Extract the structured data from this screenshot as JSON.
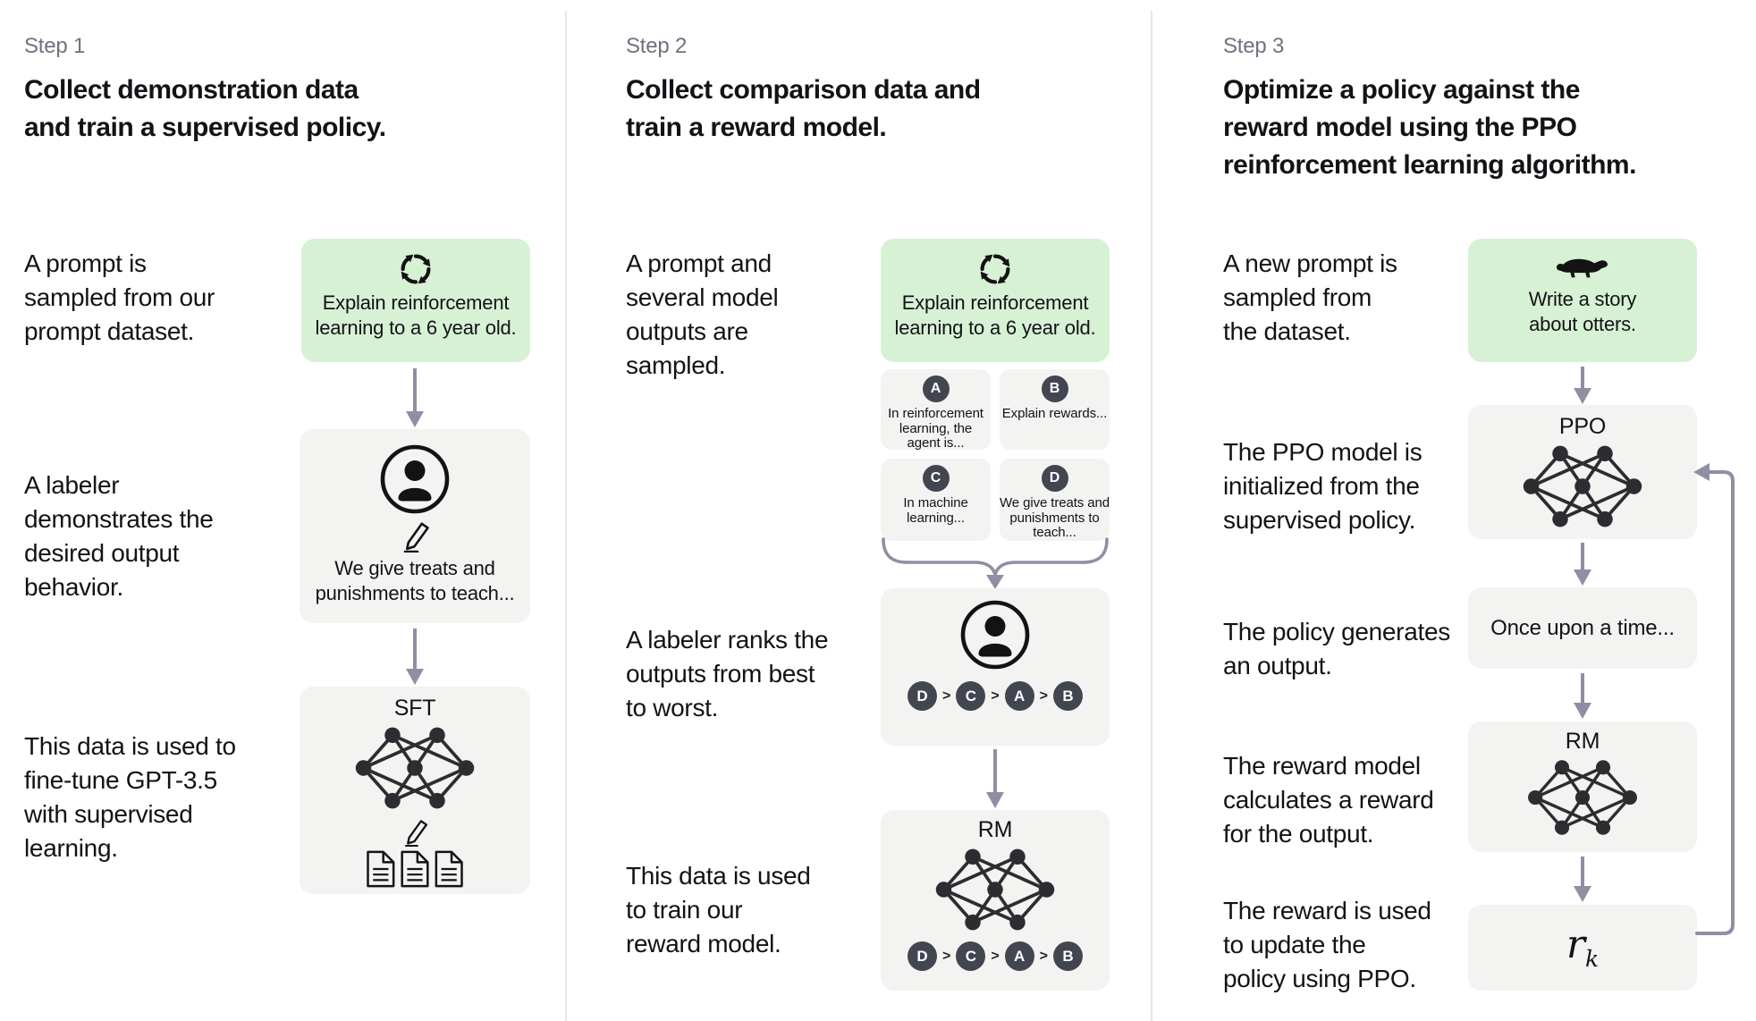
{
  "colors": {
    "prompt_green": "#d7f1d5",
    "box_gray": "#f3f3f1",
    "arrow": "#8f8fa3",
    "badge": "#424650",
    "divider": "#e7e7e7",
    "step_label": "#71717f",
    "text": "#121316"
  },
  "columns": [
    {
      "step": "Step 1",
      "title": [
        "Collect demonstration data",
        "and train a supervised policy."
      ],
      "caption_prompt": [
        "A prompt is",
        "sampled from our",
        "prompt dataset."
      ],
      "prompt_box": [
        "Explain reinforcement",
        "learning to a 6 year old."
      ],
      "caption_labeler": [
        "A labeler",
        "demonstrates the",
        "desired output",
        "behavior."
      ],
      "labeler_box": [
        "We give treats and",
        "punishments to teach..."
      ],
      "caption_sft": [
        "This data is used to",
        "fine-tune GPT-3.5",
        "with supervised",
        "learning."
      ],
      "sft_label": "SFT"
    },
    {
      "step": "Step 2",
      "title": [
        "Collect comparison data and",
        "train a reward model."
      ],
      "caption_prompt": [
        "A prompt and",
        "several model",
        "outputs are",
        "sampled."
      ],
      "prompt_box": [
        "Explain reinforcement",
        "learning to a 6 year old."
      ],
      "options": [
        {
          "letter": "A",
          "text": [
            "In reinforcement",
            "learning, the",
            "agent is..."
          ]
        },
        {
          "letter": "B",
          "text": [
            "Explain rewards..."
          ]
        },
        {
          "letter": "C",
          "text": [
            "In machine",
            "learning..."
          ]
        },
        {
          "letter": "D",
          "text": [
            "We give treats and",
            "punishments to",
            "teach..."
          ]
        }
      ],
      "caption_rank": [
        "A labeler ranks the",
        "outputs from best",
        "to worst."
      ],
      "ranking": [
        "D",
        "C",
        "A",
        "B"
      ],
      "rank_sep": ">",
      "caption_rm": [
        "This data is used",
        "to train our",
        "reward model."
      ],
      "rm_label": "RM"
    },
    {
      "step": "Step 3",
      "title": [
        "Optimize a policy against the",
        "reward model using the PPO",
        "reinforcement learning algorithm."
      ],
      "caption_prompt": [
        "A new prompt is",
        "sampled from",
        "the dataset."
      ],
      "prompt_box": [
        "Write a story",
        "about otters."
      ],
      "caption_ppo": [
        "The PPO model is",
        "initialized from the",
        "supervised policy."
      ],
      "ppo_label": "PPO",
      "caption_output": [
        "The policy generates",
        "an output."
      ],
      "output_box": "Once upon a time...",
      "caption_reward": [
        "The reward model",
        "calculates a reward",
        "for the output."
      ],
      "rm_label": "RM",
      "caption_update": [
        "The reward is used",
        "to update the",
        "policy using PPO."
      ],
      "reward": {
        "base": "r",
        "sub": "k"
      }
    }
  ]
}
